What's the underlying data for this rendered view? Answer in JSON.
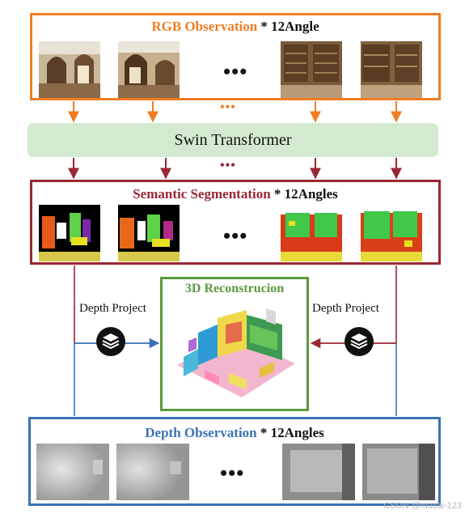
{
  "rgb": {
    "title": "RGB Observation",
    "suffix": " * 12Angle",
    "dots": "•••"
  },
  "swin": {
    "label": "Swin Transformer"
  },
  "arrow_dots": {
    "top": "•••",
    "bottom": "•••"
  },
  "segmentation": {
    "title": "Semantic Segmentation",
    "suffix": " * 12Angles",
    "dots": "•••"
  },
  "reconstruction": {
    "title": "3D Reconstrucion"
  },
  "depth_project": {
    "left": "Depth Project",
    "right": "Depth Project"
  },
  "depth": {
    "title": "Depth Observation",
    "suffix": " * 12Angles",
    "dots": "•••"
  },
  "watermark": "CSDN @mucai-123",
  "colors": {
    "rgb": "#ef7d22",
    "swin": "#d4ead0",
    "seg": "#9a2733",
    "recon": "#5b9a3d",
    "depth": "#3973b5"
  },
  "icons": [
    "layers-icon",
    "layers-icon"
  ]
}
